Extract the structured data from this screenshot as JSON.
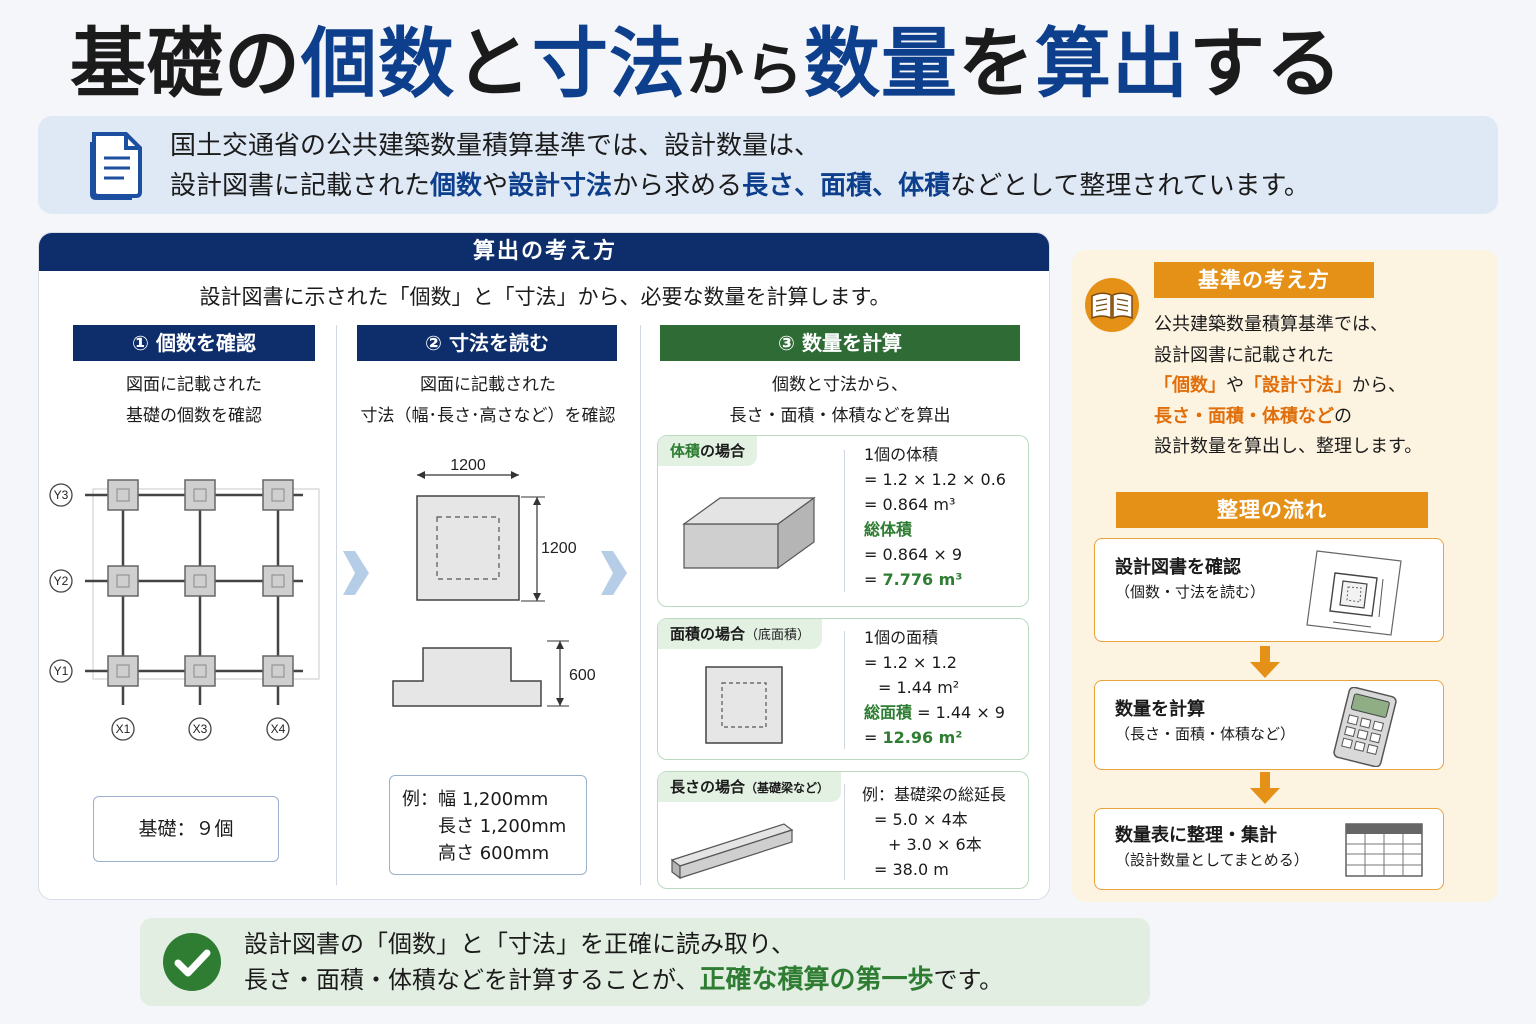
{
  "title": {
    "parts": [
      "基礎の",
      "個数",
      "と",
      "寸法",
      "から",
      "数量",
      "を",
      "算出",
      "する"
    ]
  },
  "intro": {
    "line1": "国土交通省の公共建築数量積算基準では、設計数量は、",
    "line2": [
      "設計図書に記載された",
      "個数",
      "や",
      "設計寸法",
      "から求める",
      "長さ、面積、体積",
      "などとして整理されています。"
    ]
  },
  "main": {
    "header": "算出の考え方",
    "lead": "設計図書に示された「個数」と「寸法」から、必要な数量を計算します。",
    "steps": [
      {
        "label": "① 個数を確認",
        "desc1": "図面に記載された",
        "desc2": "基礎の個数を確認"
      },
      {
        "label": "② 寸法を読む",
        "desc1": "図面に記載された",
        "desc2": "寸法（幅･長さ･高さなど）を確認"
      },
      {
        "label": "③ 数量を計算",
        "desc1": "個数と寸法から、",
        "desc2": "長さ・面積・体積などを算出"
      }
    ],
    "grid": {
      "y_labels": [
        "Y3",
        "Y2",
        "Y1"
      ],
      "x_labels": [
        "X1",
        "X3",
        "X4"
      ]
    },
    "result": "基礎：９個",
    "dims": {
      "width": "1200",
      "length": "1200",
      "height": "600"
    },
    "example": {
      "line1": "例：幅 1,200mm",
      "line2": "長さ 1,200mm",
      "line3": "高さ 600mm"
    },
    "cases": {
      "volume": {
        "tab_a": "体積",
        "tab_b": "の場合",
        "l1": "1個の体積",
        "l2": "= 1.2 × 1.2 × 0.6",
        "l3": "= 0.864 m³",
        "total_label": "総体積",
        "l4": "= 0.864 × 9",
        "l5_prefix": "= ",
        "l5_value": "7.776 m³"
      },
      "area": {
        "tab_a": "面積",
        "tab_b": "の場合",
        "tab_c": "（底面積）",
        "l1": "1個の面積",
        "l2": "= 1.2 × 1.2",
        "l3": "= 1.44 m²",
        "total_label": "総面積",
        "total_expr": "= 1.44 × 9",
        "l5_prefix": "= ",
        "l5_value": "12.96 m²"
      },
      "length": {
        "tab_a": "長さの場合",
        "tab_b": "（基礎梁など）",
        "l1": "例：基礎梁の総延長",
        "l2": "= 5.0 × 4本",
        "l3": "+ 3.0 × 6本",
        "l4": "= 38.0 m"
      }
    }
  },
  "side": {
    "header": "基準の考え方",
    "l1": "公共建築数量積算基準では、",
    "l2": "設計図書に記載された",
    "l3a": "「個数」",
    "l3b": "や",
    "l3c": "「設計寸法」",
    "l3d": "から、",
    "l4a": "長さ・面積・体積など",
    "l4b": "の",
    "l5": "設計数量を算出し、整理します。",
    "flow_header": "整理の流れ",
    "flow": [
      {
        "title": "設計図書を確認",
        "sub": "（個数・寸法を読む）"
      },
      {
        "title": "数量を計算",
        "sub": "（長さ・面積・体積など）"
      },
      {
        "title": "数量表に整理・集計",
        "sub": "（設計数量としてまとめる）"
      }
    ]
  },
  "conclusion": {
    "line1": "設計図書の「個数」と「寸法」を正確に読み取り、",
    "line2a": "長さ・面積・体積などを計算することが、",
    "line2b": "正確な積算の第一歩",
    "line2c": "です。"
  },
  "colors": {
    "navy": "#0d2e6b",
    "blue_accent": "#0d3f8c",
    "green": "#2e7d32",
    "orange": "#e59118"
  }
}
